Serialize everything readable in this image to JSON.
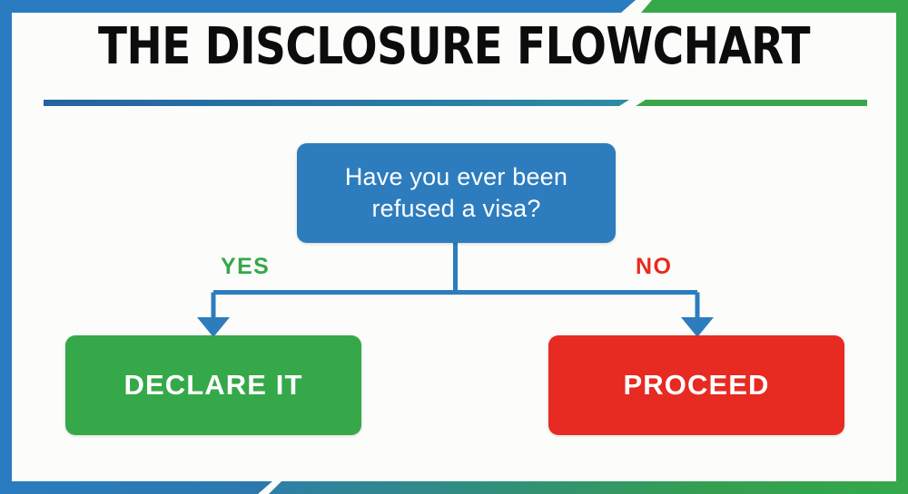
{
  "page": {
    "title": "THE DISCLOSURE FLOWCHART",
    "background_color": "#fbfbf9"
  },
  "frame": {
    "left_border_color": "#2a7cc0",
    "right_border_color": "#35a849",
    "top_border_left_color": "#2a7cc0",
    "top_border_right_color": "#35a849",
    "bottom_border_left_color": "#2a7cc0",
    "bottom_border_right_color": "#35a849",
    "title_rule_left_color": "#2463a0",
    "title_rule_right_color": "#3ca54b"
  },
  "chart_data": {
    "type": "diagram",
    "diagram_kind": "flowchart",
    "title": "THE DISCLOSURE FLOWCHART",
    "nodes": [
      {
        "id": "decision",
        "shape": "rounded-rect",
        "role": "decision",
        "text": "Have you ever been refused a visa?",
        "line1": "Have you ever been",
        "line2": "refused a visa?",
        "color": "#2d7dbe",
        "text_color": "#ffffff"
      },
      {
        "id": "outcome-yes",
        "shape": "rounded-rect",
        "role": "outcome",
        "text": "DECLARE IT",
        "color": "#35a849",
        "text_color": "#ffffff"
      },
      {
        "id": "outcome-no",
        "shape": "rounded-rect",
        "role": "outcome",
        "text": "PROCEED",
        "color": "#e72a22",
        "text_color": "#ffffff"
      }
    ],
    "edges": [
      {
        "from": "decision",
        "to": "outcome-yes",
        "label": "YES",
        "label_color": "#35a849",
        "line_color": "#2d7dbe"
      },
      {
        "from": "decision",
        "to": "outcome-no",
        "label": "NO",
        "label_color": "#e72a22",
        "line_color": "#2d7dbe"
      }
    ]
  },
  "decision_box": {
    "line1": "Have you ever been",
    "line2": "refused a visa?"
  },
  "branches": {
    "yes_label": "YES",
    "no_label": "NO"
  },
  "outcomes": {
    "yes_box_label": "DECLARE IT",
    "no_box_label": "PROCEED"
  }
}
